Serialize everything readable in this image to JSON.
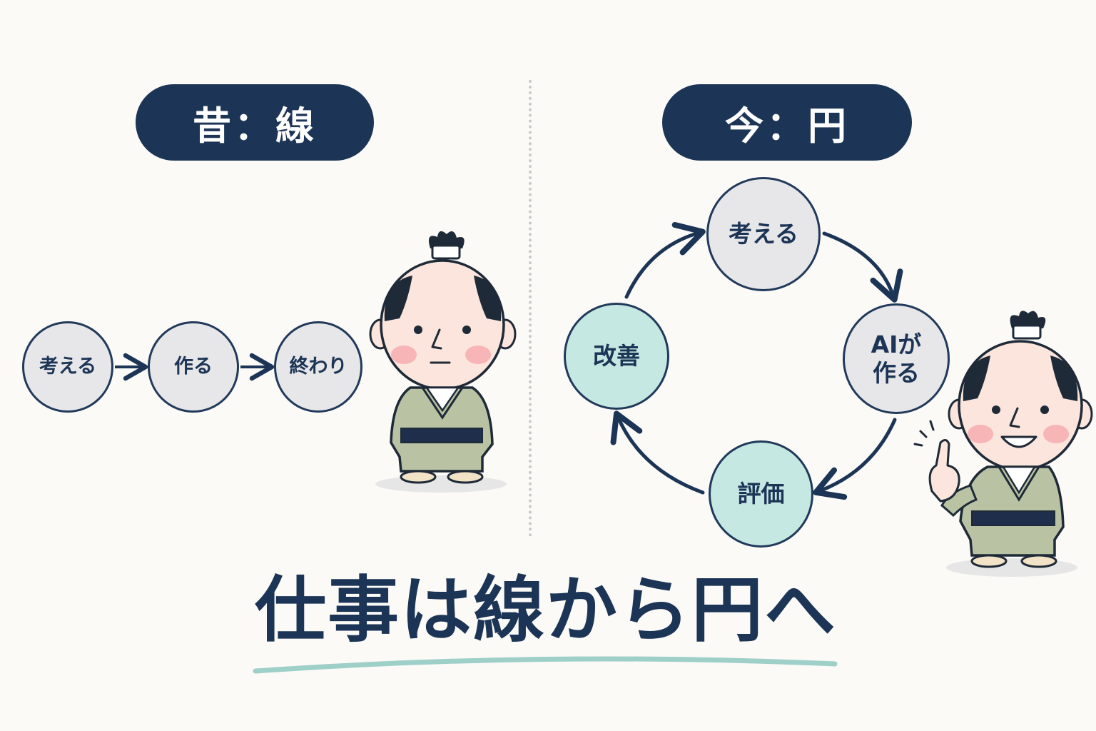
{
  "header_old": "昔：線",
  "header_now": "今：円",
  "linear_steps": [
    "考える",
    "作る",
    "終わり"
  ],
  "cycle_steps": {
    "think": "考える",
    "ai_make": "AIが\n作る",
    "evaluate": "評価",
    "improve": "改善"
  },
  "headline": "仕事は線から円へ",
  "colors": {
    "navy": "#1c3455",
    "node_gray": "#e7e7e9",
    "node_teal": "#c6e8e3",
    "underline": "#9fcfc9",
    "kimono": "#b9c3a3",
    "background": "#fbfaf7"
  }
}
